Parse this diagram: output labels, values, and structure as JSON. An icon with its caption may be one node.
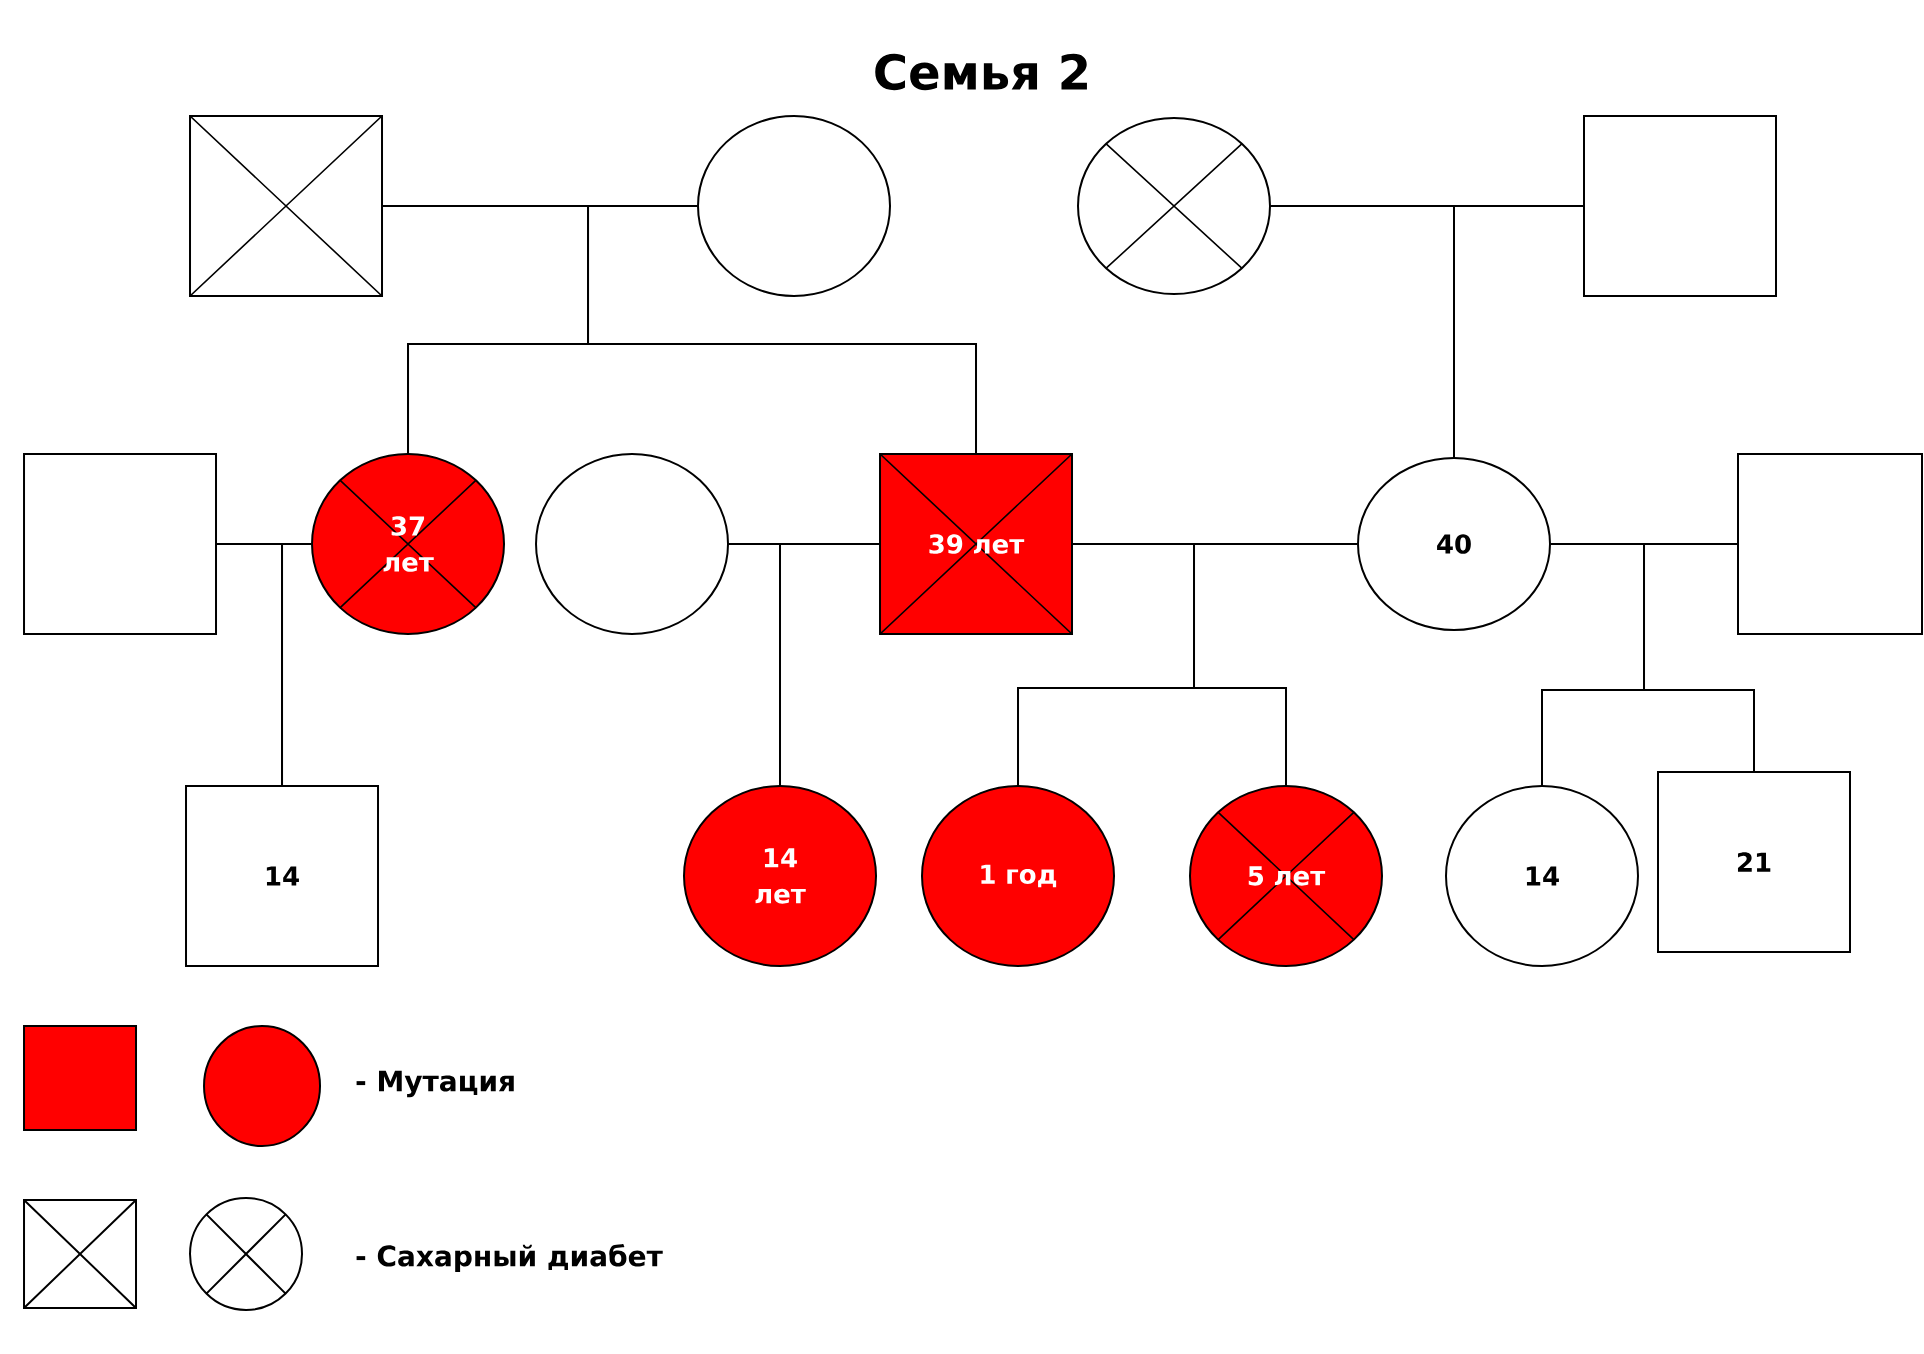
{
  "diagram": {
    "title": "Семья 2",
    "nodes": [
      {
        "text": [],
        "shape": "box"
      },
      {
        "text": [],
        "shape": "circle"
      },
      {
        "text": [],
        "shape": "circle"
      },
      {
        "text": [],
        "shape": "box"
      },
      {
        "text": [],
        "shape": "box"
      },
      {
        "text": [
          "37 лет"
        ]
      },
      {
        "text": [],
        "shape": "circle"
      },
      {
        "text": [
          "39 лет"
        ]
      },
      {
        "text": [
          "40"
        ]
      },
      {
        "text": [],
        "shape": "box"
      },
      {
        "text": [
          "14"
        ]
      },
      {
        "text": [
          "14 лет"
        ]
      },
      {
        "text": [
          "1 год"
        ]
      },
      {
        "text": [
          "5 лет"
        ]
      },
      {
        "text": [
          "14"
        ]
      },
      {
        "text": [
          "21"
        ]
      }
    ],
    "edges": [
      {
        "from": 0,
        "to": 1,
        "arrow": "none"
      },
      {
        "from": 2,
        "to": 3,
        "arrow": "none"
      },
      {
        "from": 4,
        "to": 5,
        "arrow": "none"
      },
      {
        "from": 6,
        "to": 7,
        "arrow": "none"
      },
      {
        "from": 7,
        "to": 8,
        "arrow": "none"
      },
      {
        "from": 8,
        "to": 9,
        "arrow": "none"
      },
      {
        "from": 0,
        "to": 5,
        "arrow": "none"
      },
      {
        "from": 0,
        "to": 7,
        "arrow": "none"
      },
      {
        "from": 1,
        "to": 5,
        "arrow": "none"
      },
      {
        "from": 1,
        "to": 7,
        "arrow": "none"
      },
      {
        "from": 2,
        "to": 8,
        "arrow": "none"
      },
      {
        "from": 3,
        "to": 8,
        "arrow": "none"
      },
      {
        "from": 4,
        "to": 10,
        "arrow": "none"
      },
      {
        "from": 5,
        "to": 10,
        "arrow": "none"
      },
      {
        "from": 6,
        "to": 11,
        "arrow": "none"
      },
      {
        "from": 7,
        "to": 11,
        "arrow": "none"
      },
      {
        "from": 7,
        "to": 12,
        "arrow": "none"
      },
      {
        "from": 7,
        "to": 13,
        "arrow": "none"
      },
      {
        "from": 8,
        "to": 12,
        "arrow": "none"
      },
      {
        "from": 8,
        "to": 13,
        "arrow": "none"
      },
      {
        "from": 8,
        "to": 14,
        "arrow": "none"
      },
      {
        "from": 8,
        "to": 15,
        "arrow": "none"
      },
      {
        "from": 9,
        "to": 14,
        "arrow": "none"
      },
      {
        "from": 9,
        "to": 15,
        "arrow": "none"
      }
    ],
    "legend": [
      {
        "text": "- Мутация",
        "color": "#ff0000"
      },
      {
        "text": "- Сахарный диабет"
      }
    ]
  }
}
